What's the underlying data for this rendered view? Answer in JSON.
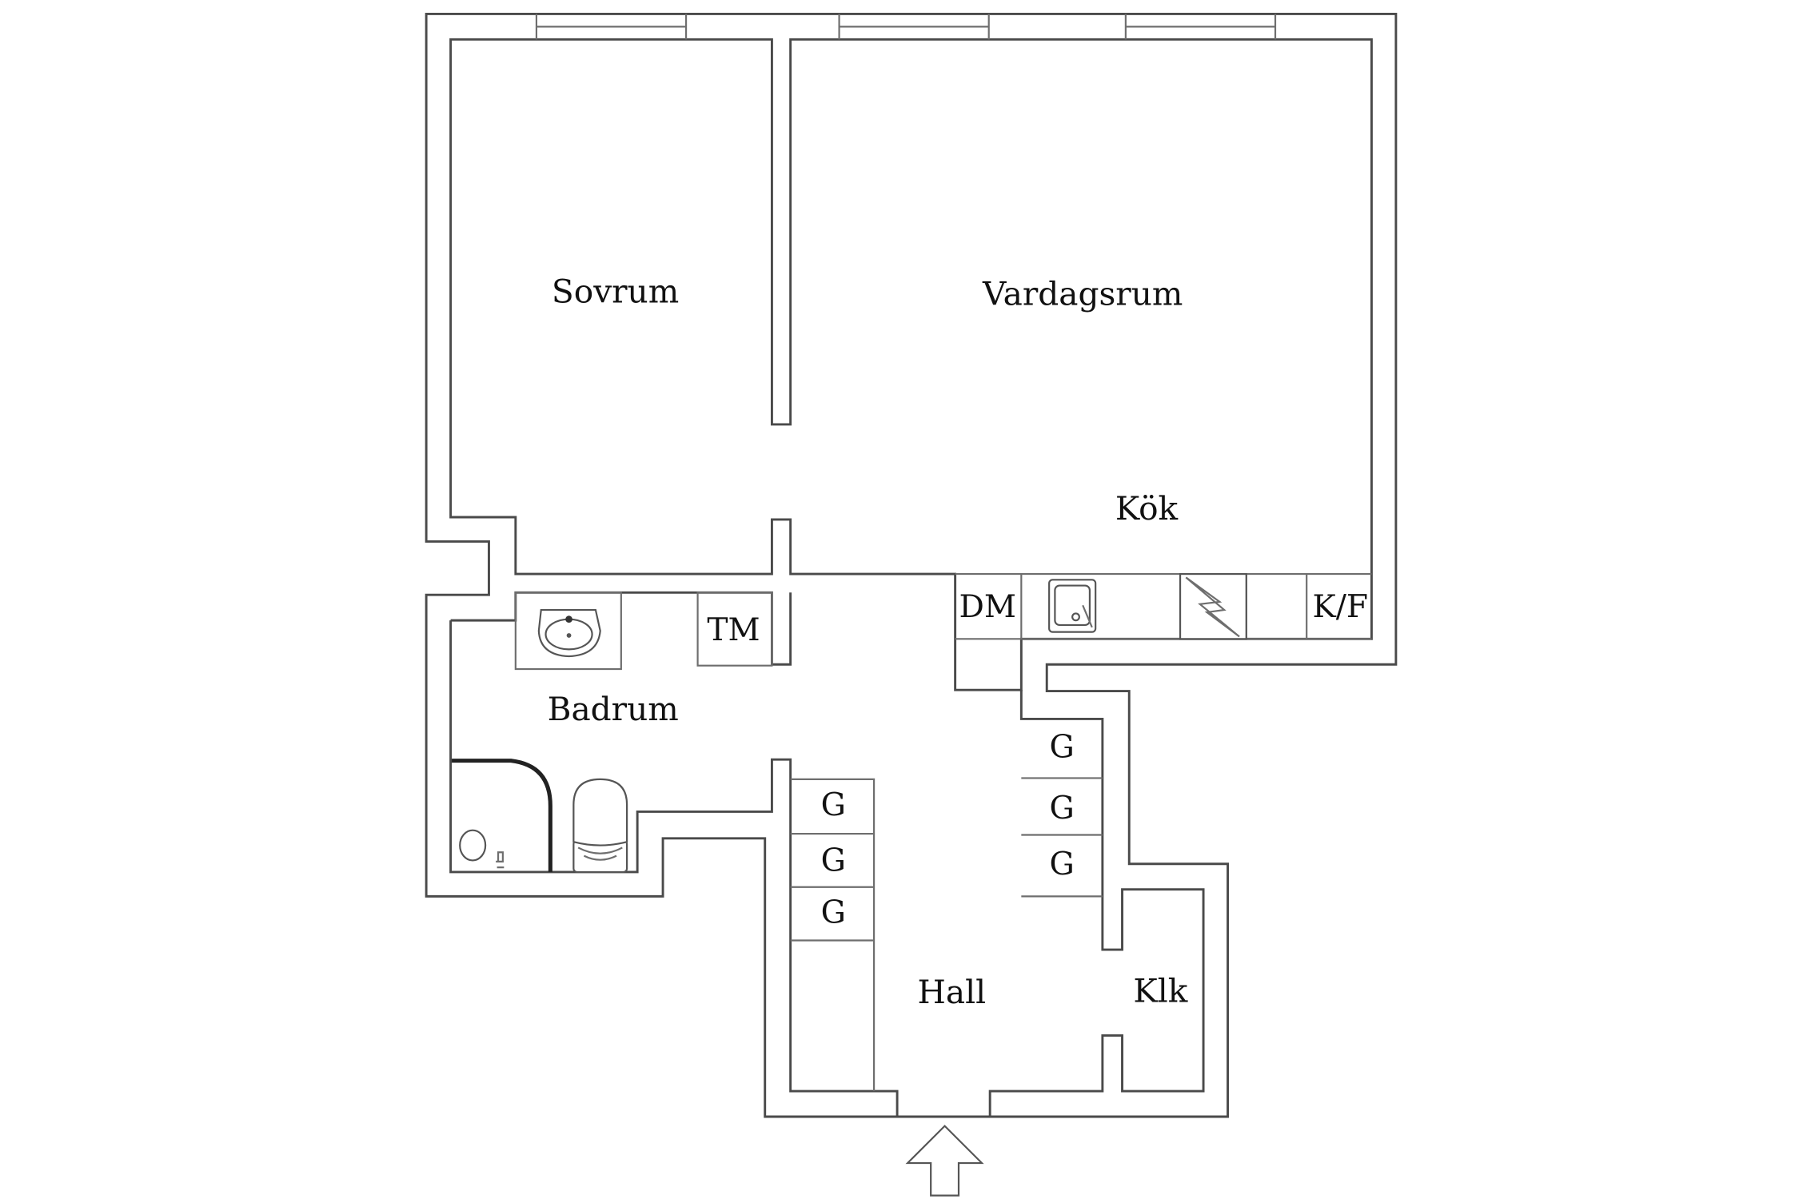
{
  "rooms": {
    "sovrum": "Sovrum",
    "vardagsrum": "Vardagsrum",
    "kok": "Kök",
    "badrum": "Badrum",
    "hall": "Hall",
    "klk": "Klk"
  },
  "fixtures": {
    "dm": "DM",
    "kf": "K/F",
    "tm": "TM",
    "g": "G"
  },
  "colors": {
    "wall": "#4a4a4a",
    "background": "#ffffff"
  },
  "icons": [
    "sink-icon",
    "kitchen-sink-icon",
    "stove-icon",
    "shower-icon",
    "toilet-icon",
    "entrance-arrow-icon"
  ]
}
